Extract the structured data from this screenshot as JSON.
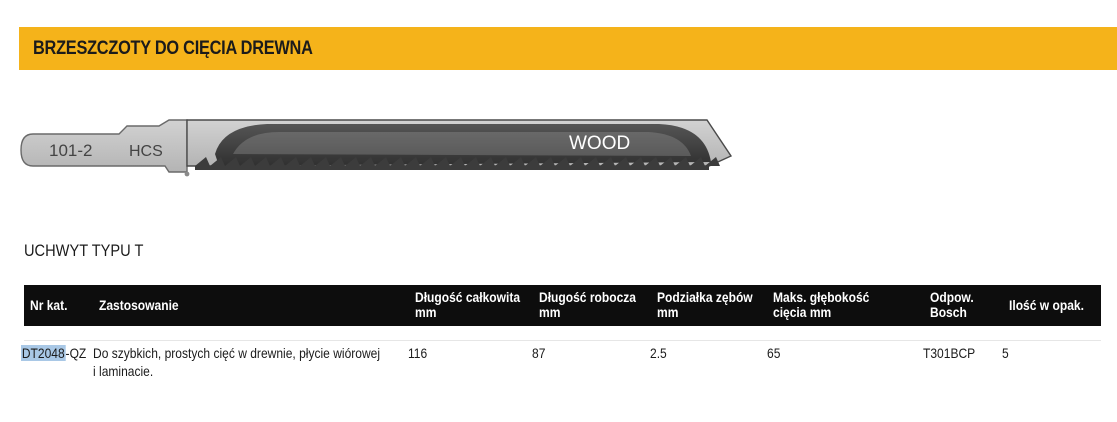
{
  "header": {
    "title": "BRZESZCZOTY DO CIĘCIA DREWNA",
    "bar_color": "#f5b31a"
  },
  "blade": {
    "code": "101-2",
    "material": "HCS",
    "application": "WOOD"
  },
  "shank_type": "UCHWYT TYPU T",
  "table": {
    "columns": [
      {
        "line1": "Nr kat.",
        "line2": ""
      },
      {
        "line1": "Zastosowanie",
        "line2": ""
      },
      {
        "line1": "Długość całkowita",
        "line2": "mm"
      },
      {
        "line1": "Długość robocza",
        "line2": "mm"
      },
      {
        "line1": "Podziałka zębów",
        "line2": "mm"
      },
      {
        "line1": "Maks. głębokość",
        "line2": "cięcia mm"
      },
      {
        "line1": "Odpow.",
        "line2": "Bosch"
      },
      {
        "line1": "Ilość w opak.",
        "line2": ""
      }
    ],
    "rows": [
      {
        "cat_code_selected": "DT2048",
        "cat_code_rest": "-QZ",
        "application_line1": "Do szybkich, prostych cięć w drewnie, płycie wiórowej",
        "application_line2": "i laminacie.",
        "total_length": "116",
        "working_length": "87",
        "tooth_pitch": "2.5",
        "max_depth": "65",
        "bosch_equiv": "T301BCP",
        "pack_qty": "5"
      }
    ]
  }
}
